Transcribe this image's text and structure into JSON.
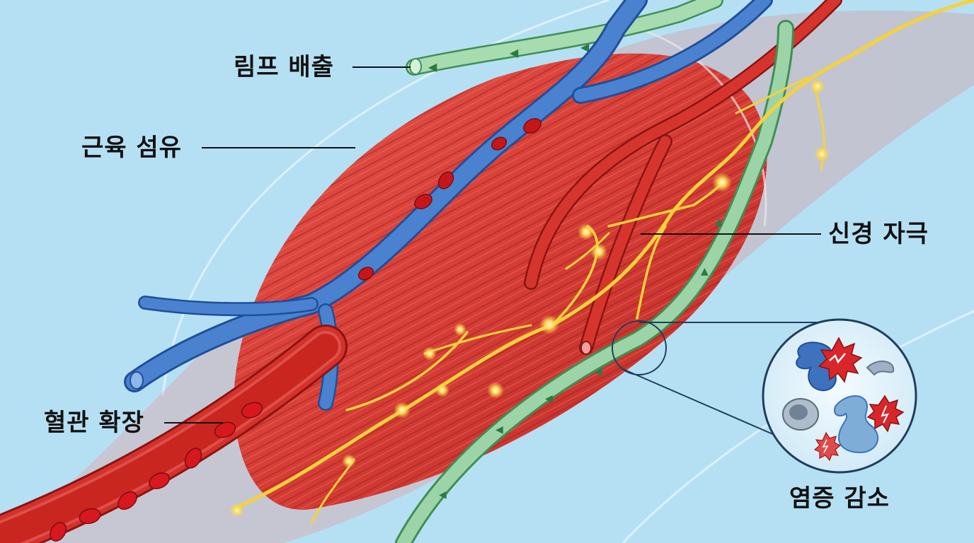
{
  "diagram": {
    "subject": "muscle tissue cross-section with vessels, nerves and lymph",
    "background_color": "#b5e0f4",
    "colors": {
      "muscle": "#d9413a",
      "muscle_dark": "#a8231f",
      "vein": "#3d74c4",
      "artery": "#d23630",
      "lymph": "#8fd0a0",
      "nerve": "#f3d23c",
      "inflammation": "#e0262a"
    },
    "labels": [
      {
        "id": "lymph",
        "text": "림프 배출"
      },
      {
        "id": "muscle",
        "text": "근육 섬유"
      },
      {
        "id": "nerve",
        "text": "신경 자극"
      },
      {
        "id": "vessel",
        "text": "혈관 확장"
      },
      {
        "id": "inflammation",
        "text": "염증 감소"
      }
    ]
  }
}
